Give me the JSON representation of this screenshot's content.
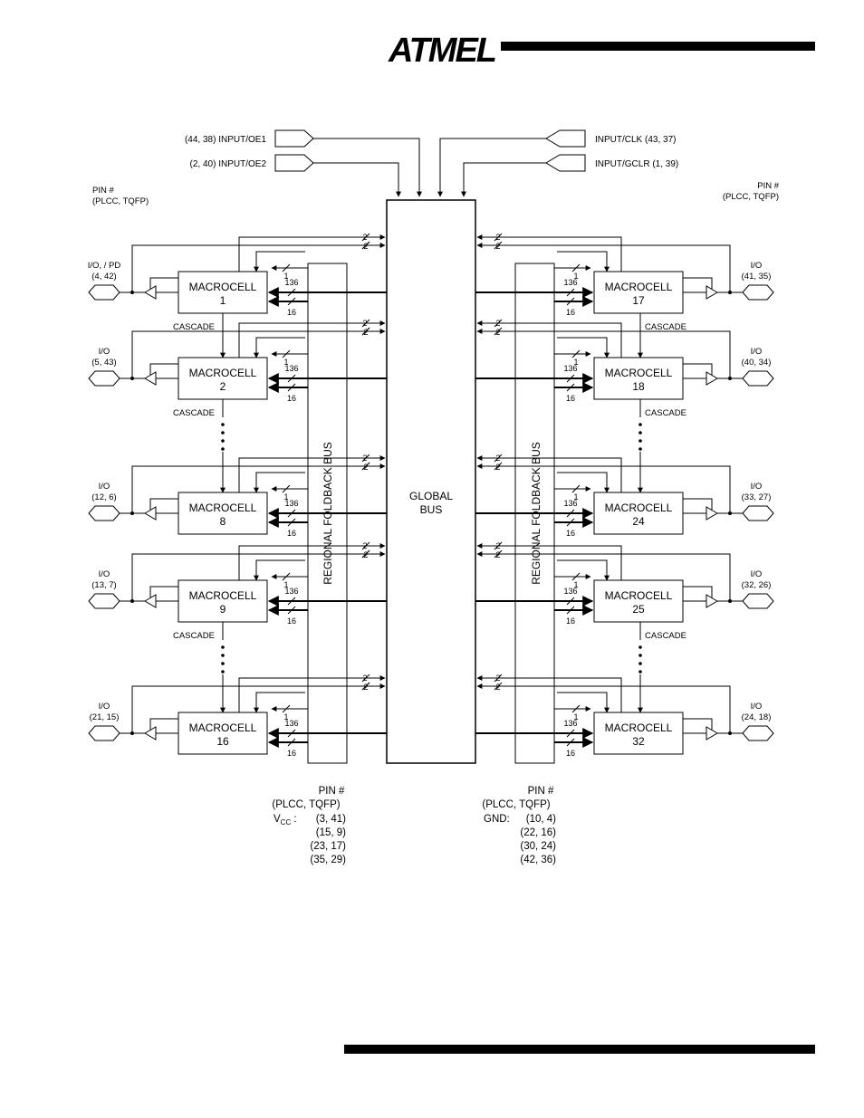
{
  "header": {
    "logo_text": "ATMEL"
  },
  "inputs": {
    "oe1": "(44, 38) INPUT/OE1",
    "oe2": "(2, 40) INPUT/OE2",
    "clk": "INPUT/CLK (43, 37)",
    "gclr": "INPUT/GCLR (1, 39)"
  },
  "pin_header_left": [
    "PIN #",
    "(PLCC, TQFP)"
  ],
  "pin_header_right": [
    "PIN #",
    "(PLCC, TQFP)"
  ],
  "global_bus": [
    "GLOBAL",
    "BUS"
  ],
  "foldback_label": "REGIONAL FOLDBACK BUS",
  "cascade_label": "CASCADE",
  "bus_widths": {
    "pair": "2",
    "single": "1",
    "wide": "136",
    "narrow": "16"
  },
  "left_macrocells": [
    {
      "title": "MACROCELL",
      "number": "1",
      "io_label": "I/O, / PD",
      "pins": "(4, 42)"
    },
    {
      "title": "MACROCELL",
      "number": "2",
      "io_label": "I/O",
      "pins": "(5, 43)"
    },
    {
      "title": "MACROCELL",
      "number": "8",
      "io_label": "I/O",
      "pins": "(12, 6)"
    },
    {
      "title": "MACROCELL",
      "number": "9",
      "io_label": "I/O",
      "pins": "(13, 7)"
    },
    {
      "title": "MACROCELL",
      "number": "16",
      "io_label": "I/O",
      "pins": "(21, 15)"
    }
  ],
  "right_macrocells": [
    {
      "title": "MACROCELL",
      "number": "17",
      "io_label": "I/O",
      "pins": "(41, 35)"
    },
    {
      "title": "MACROCELL",
      "number": "18",
      "io_label": "I/O",
      "pins": "(40, 34)"
    },
    {
      "title": "MACROCELL",
      "number": "24",
      "io_label": "I/O",
      "pins": "(33, 27)"
    },
    {
      "title": "MACROCELL",
      "number": "25",
      "io_label": "I/O",
      "pins": "(32, 26)"
    },
    {
      "title": "MACROCELL",
      "number": "32",
      "io_label": "I/O",
      "pins": "(24, 18)"
    }
  ],
  "power_left": {
    "lines": [
      "PIN #",
      "(PLCC, TQFP)"
    ],
    "vcc_label": "V",
    "vcc_sub": "CC",
    "vcc_colon": " :",
    "vcc_pins": [
      "(3, 41)",
      "(15, 9)",
      "(23, 17)",
      "(35, 29)"
    ]
  },
  "power_right": {
    "lines": [
      "PIN #",
      "(PLCC, TQFP)"
    ],
    "gnd_label": "GND:",
    "gnd_pins": [
      "(10, 4)",
      "(22, 16)",
      "(30, 24)",
      "(42, 36)"
    ]
  }
}
